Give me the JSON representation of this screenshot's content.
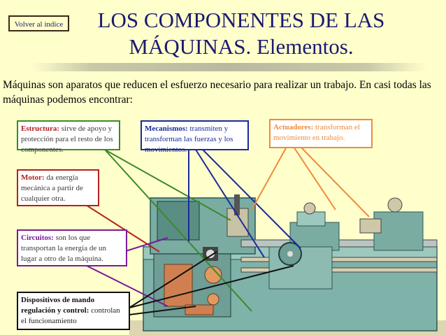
{
  "back_button": "Volver al índice",
  "title_line1": "LOS COMPONENTES DE LAS",
  "title_line2": "MÁQUINAS. Elementos.",
  "intro": "Máquinas son aparatos que reducen el esfuerzo necesario para realizar un trabajo. En casi todas las máquinas podemos encontrar:",
  "callouts": {
    "estructura": {
      "term": "Estructura:",
      "text": " sirve de apoyo y protección para el resto de los componentes."
    },
    "mecanismos": {
      "term": "Mecanismos:",
      "text": " transmiten y transforman las fuerzas y los movimientos."
    },
    "actuadores": {
      "term": "Actuadores:",
      "text": " transforman el movimiento en trabajo."
    },
    "motor": {
      "term": "Motor:",
      "text": " da energía mecánica a partir de cualquier otra."
    },
    "circuitos": {
      "term": "Circuitos:",
      "text": " son los que transportan la energía de un lugar a otro de la máquina."
    },
    "dispositivos": {
      "term": "Dispositivos de mando regulación y control:",
      "text": " controlan el funcionamiento"
    }
  },
  "colors": {
    "background": "#ffffcc",
    "title": "#1a1a70",
    "estructura": "#3b8a2a",
    "mecanismos": "#1a2a9a",
    "actuadores": "#f08a3a",
    "motor": "#b22222",
    "circuitos": "#7a1a9a",
    "dispositivos": "#111111"
  }
}
